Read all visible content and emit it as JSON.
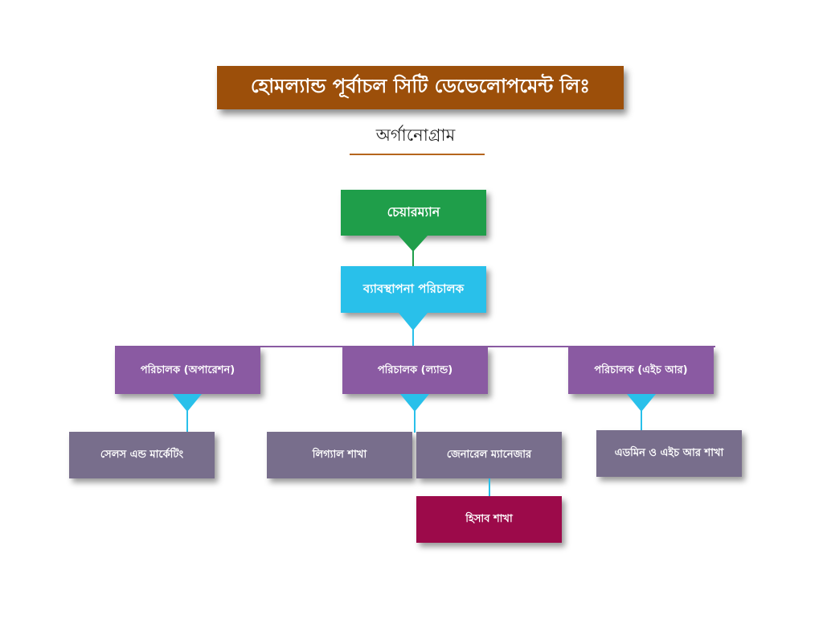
{
  "title": "হোমল্যান্ড পূর্বাচল সিটি ডেভেলোপমেন্ট লিঃ",
  "subtitle": "অর্গানোগ্রাম",
  "nodes": {
    "chairman": "চেয়ারম্যান",
    "managing_director": "ব্যাবস্থাপনা পরিচালক",
    "director_operation": "পরিচালক (অপারেশন)",
    "director_land": "পরিচালক (ল্যান্ড)",
    "director_hr": "পরিচালক (এইচ আর)",
    "sales_marketing": "সেলস এন্ড মার্কেটিং",
    "legal_branch": "লিগ্যাল শাখা",
    "general_manager": "জেনারেল ম্যানেজার",
    "admin_hr_branch": "এডমিন ও এইচ আর  শাখা",
    "accounts_branch": "হিসাব শাখা"
  },
  "colors": {
    "title_bg": "#9c4f0a",
    "chairman": "#1f9e4a",
    "managing_director": "#29c0ea",
    "directors": "#8a5aa2",
    "branches": "#786e8c",
    "accounts": "#9c0a4a"
  }
}
